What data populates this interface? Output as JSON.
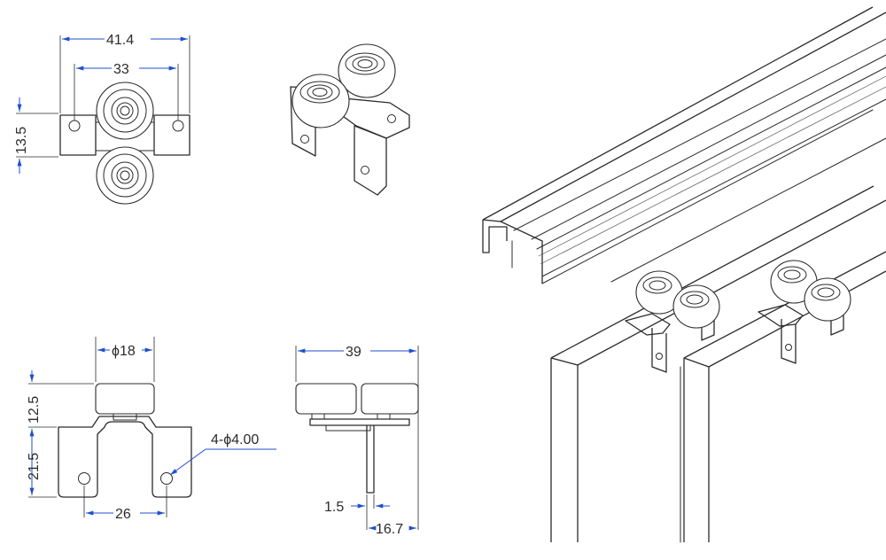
{
  "colors": {
    "dimension": "#1f4fcc",
    "line": "#2b2b2b",
    "background": "#ffffff"
  },
  "top_view": {
    "overall_width": "41.4",
    "hole_spacing": "33",
    "bracket_height": "13.5"
  },
  "front_view": {
    "wheel_diameter": "ϕ18",
    "wheel_height": "12.5",
    "bracket_height": "21.5",
    "holes": "4-ϕ4.00",
    "hole_spacing": "26"
  },
  "side_view": {
    "overall_width": "39",
    "plate_thickness": "1.5",
    "offset": "16.7"
  }
}
